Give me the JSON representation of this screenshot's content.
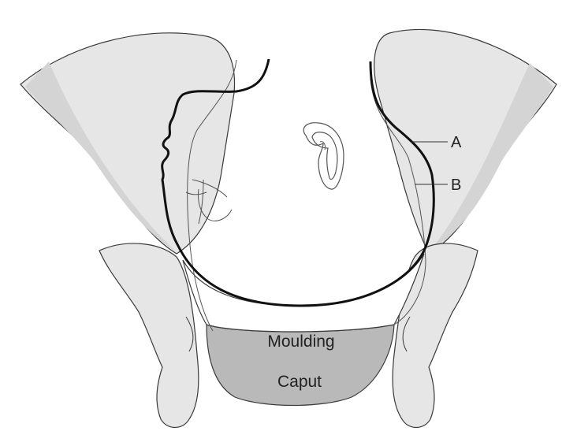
{
  "diagram": {
    "labels": {
      "a": "A",
      "b": "B",
      "moulding": "Moulding",
      "caput": "Caput"
    },
    "colors": {
      "bone_fill": "#e6e6e6",
      "bone_shade": "#d4d4d4",
      "bone_stroke": "#3a3a3a",
      "moulding_fill": "#ffffff",
      "caput_fill": "#b9b9b9",
      "head_outline": "#111111",
      "thin_line": "#555555",
      "text": "#222222"
    },
    "icons": {
      "pelvis": "pelvis-outline-icon",
      "fetal_head": "fetal-head-outline-icon",
      "ear": "fetal-ear-icon"
    }
  }
}
